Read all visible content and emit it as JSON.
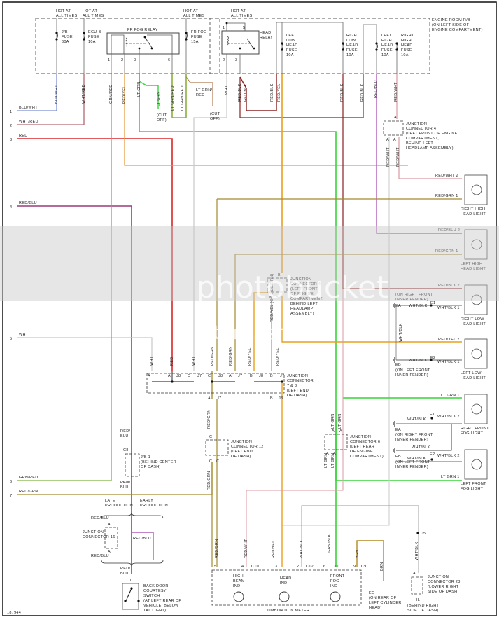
{
  "diagram": {
    "figure_id": "187944",
    "colors": {
      "blu_wht": "#7c8fd0",
      "wht_red": "#b06a70",
      "red": "#d8262a",
      "red_blu": "#b05cb8",
      "red_blu_dark": "#9a3a78",
      "wht": "#c8c8c8",
      "grn_red": "#7fb040",
      "red_grn": "#a48a2e",
      "orange": "#e89a40",
      "red_yel": "#e8a020",
      "lt_grn": "#39d439",
      "lt_grn_red": "#8ab040",
      "lt_grn_red_cut": "#b07a50",
      "red_blk": "#8a2020",
      "red_wht": "#d89aa0",
      "brn": "#b08a20",
      "black": "#222222"
    },
    "engine_box": {
      "title": [
        "ENGINE ROOM R/B",
        "(ON LEFT SIDE OF",
        "ENGINE COMPARTMENT)"
      ],
      "hot_labels": [
        "HOT AT",
        "ALL TIMES"
      ],
      "jb_fuse": [
        "J/B",
        "FUSE",
        "60A"
      ],
      "ecub_fuse": [
        "ECU-B",
        "FUSE",
        "10A"
      ],
      "fr_fog_relay": "FR FOG RELAY",
      "relay_pins": [
        "1",
        "2",
        "3",
        "6"
      ],
      "fr_fog_fuse": [
        "FR FOG",
        "FUSE",
        "15A"
      ],
      "head_relay": [
        "HEAD",
        "RELAY"
      ],
      "head_relay_pins": [
        "1",
        "5",
        "2",
        "3"
      ],
      "left_low_fuse": [
        "LEFT",
        "LOW",
        "HEAD",
        "FUSE",
        "10A"
      ],
      "right_low_fuse": [
        "RIGHT",
        "LOW",
        "HEAD",
        "FUSE",
        "10A"
      ],
      "left_high_fuse": [
        "LEFT",
        "HIGH",
        "HEAD",
        "FUSE",
        "10A"
      ],
      "right_high_fuse": [
        "RIGHT",
        "HIGH",
        "HEAD",
        "FUSE",
        "10A"
      ]
    },
    "wire_labels": {
      "blu_wht": "BLU/WHT",
      "wht_red": "WHT/RED",
      "grn_red": "GRN/RED",
      "red_yel": "RED/YEL",
      "lt_grn": "LT GRN",
      "lt_grn_red": "LT GRN/RED",
      "lt_grn_red_slash": [
        "LT GRN/",
        "RED"
      ],
      "cut_off": [
        "(CUT",
        "OFF)"
      ],
      "wht": "WHT",
      "red_blk": "RED/BLK",
      "red_blu": "RED/BLU",
      "red_wht": "RED/WHT",
      "red_grn": "RED/GRN",
      "red": "RED",
      "wht_blk": "WHT/BLK",
      "lt_grn_blk": "LT GRN/BLK",
      "brn": "BRN",
      "or_red_grn": "(OR RED/GRN)",
      "red_slash": "RED/",
      "blu": "BLU"
    },
    "left_terminals": [
      {
        "num": "1",
        "label": "BLU/WHT"
      },
      {
        "num": "2",
        "label": "WHT/RED"
      },
      {
        "num": "3",
        "label": "RED"
      },
      {
        "num": "4",
        "label": "RED/BLU"
      },
      {
        "num": "5",
        "label": "WHT"
      },
      {
        "num": "6",
        "label": "GRN/RED"
      },
      {
        "num": "7",
        "label": "RED/GRN"
      }
    ],
    "jc4_top": [
      "JUNCTION",
      "CONNECTOR 4",
      "(LEFT FRONT OF ENGINE",
      "COMPARTMENT,",
      "BEHIND LEFT",
      "HEADLAMP ASSEMBLY)"
    ],
    "jc4_mid": [
      "JUNCTION",
      "CONNECTOR 4",
      "(LEFT FRONT",
      "OF ENGINE",
      "COMPARTMENT,",
      "BEHIND LEFT",
      "HEADLAMP",
      "ASSEMBLY)"
    ],
    "jc4_pins": {
      "a": "A",
      "b": "B"
    },
    "lamps": {
      "right_high": {
        "name": [
          "RIGHT HIGH",
          "HEAD LIGHT"
        ],
        "pin2": "RED/WHT",
        "pin1": "RED/GRN"
      },
      "left_high": {
        "name": [
          "LEFT HIGH",
          "HEAD LIGHT"
        ],
        "pin2": "RED/BLU",
        "pin1": "RED/GRN"
      },
      "right_low": {
        "name": [
          "RIGHT LOW",
          "HEAD LIGHT"
        ],
        "pin2": "RED/BLK",
        "pin1": "WHT/BLK"
      },
      "left_low": {
        "name": [
          "LEFT LOW",
          "HEAD LIGHT"
        ],
        "pin2": "RED/YEL",
        "pin1": "WHT/BLK"
      },
      "right_fog": {
        "name": [
          "RIGHT FRONT",
          "FOG LIGHT"
        ],
        "pin1": "LT GRN",
        "pin2": "WHT/BLK"
      },
      "left_fog": {
        "name": [
          "LEFT FRONT",
          "FOG LIGHT"
        ],
        "pin2": "WHT/BLK",
        "pin1": "LT GRN"
      },
      "pin_1": "1",
      "pin_2": "2"
    },
    "grounds": {
      "ea": {
        "id": "EA",
        "loc": [
          "(ON RIGHT FRONT",
          "INNER FENDER)"
        ]
      },
      "eb": {
        "id": "EB",
        "loc": [
          "(ON LEFT FRONT",
          "INNER FENDER)"
        ]
      },
      "e1": "E1",
      "e2": "E2",
      "eg": {
        "id": "EG",
        "loc": [
          "(ON REAR OF",
          "LEFT CYLINDER",
          "HEAD)"
        ]
      },
      "il": {
        "id": "IL",
        "loc": [
          "(BEHIND RIGHT",
          "SIDE OF DASH)"
        ]
      }
    },
    "jc7_8": {
      "name": [
        "JUNCTION",
        "CONNECTOR",
        "7 & 8",
        "(LEFT END",
        "OF DASH)"
      ],
      "pins": [
        "A",
        "A",
        "C",
        "C",
        "A",
        "B",
        "B"
      ],
      "conns": [
        "J8",
        "J7",
        "J8",
        "J7",
        "J8",
        "J7"
      ],
      "bottom": [
        {
          "pin": "A",
          "conn": "J7"
        },
        {
          "pin": "B",
          "conn": "J8"
        }
      ]
    },
    "jc12": {
      "name": [
        "JUNCTION",
        "CONNECTOR 12",
        "(LEFT END",
        "OF DASH)"
      ],
      "pin": "C"
    },
    "jc6": {
      "name": [
        "JUNCTION",
        "CONNECTOR 6",
        "(LEFT REAR",
        "OF ENGINE",
        "COMPARTMENT)"
      ],
      "pin": "A"
    },
    "jb1": {
      "name": [
        "J/B 1",
        "(BEHIND CENTER",
        "OF DASH)"
      ],
      "pin": "C8"
    },
    "production": {
      "late": [
        "LATE",
        "PRODUCTION"
      ],
      "early": [
        "EARLY",
        "PRODUCTION"
      ]
    },
    "jc16": {
      "name": [
        "JUNCTION",
        "CONNECTOR 16"
      ],
      "pin": "A"
    },
    "back_door": {
      "name": [
        "BACK DOOR",
        "COURTESY",
        "SWITCH",
        "(AT LEFT REAR OF",
        "VEHICLE, BELOW",
        "TAILLIGHT)"
      ],
      "pin": "1"
    },
    "combination_meter": {
      "name": "COMBINATION METER",
      "high_beam": [
        "HIGH",
        "BEAM",
        "IND"
      ],
      "head_ind": [
        "HEAD",
        "IND"
      ],
      "front_fog": [
        "FRONT",
        "FOG",
        "IND"
      ],
      "pins": [
        "5",
        "4",
        "3",
        "2",
        "6",
        "9"
      ],
      "conns": [
        "C10",
        "C12",
        "C10",
        "C9"
      ]
    },
    "jc23": {
      "name": [
        "JUNCTION",
        "CONNECTOR 23",
        "(LOWER RIGHT",
        "SIDE OF DASH)"
      ],
      "pin": "A",
      "conn": "J5"
    }
  }
}
